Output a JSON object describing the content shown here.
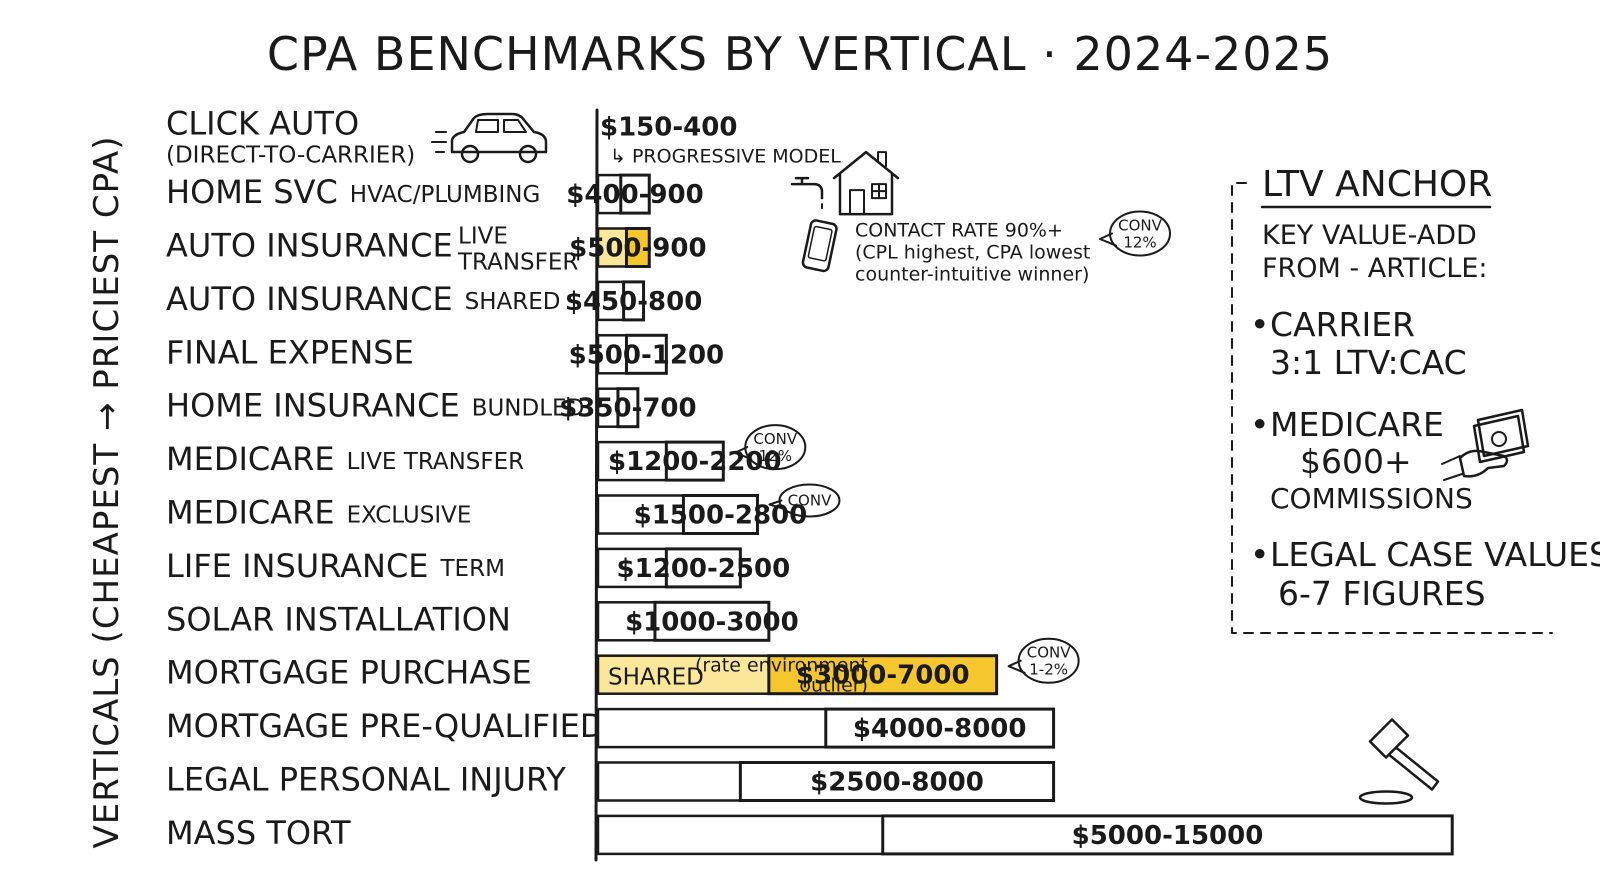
{
  "title": "CPA BENCHMARKS BY VERTICAL · 2024-2025",
  "chart_data": {
    "type": "bar",
    "orientation": "horizontal",
    "ylabel": "VERTICALS (CHEAPEST → PRICIEST CPA)",
    "xunit": "USD CPA",
    "xlim": [
      0,
      15400
    ],
    "highlight_color": "#f5c62e",
    "highlight_fade_color": "#fbe79a",
    "categories": [
      {
        "main": "CLICK AUTO",
        "sub": "(DIRECT-TO-CARRIER)",
        "sub_pos": "below",
        "low": 150,
        "high": 400,
        "label": "$150-400",
        "note": "↳ PROGRESSIVE MODEL",
        "icon": "car-icon"
      },
      {
        "main": "HOME SVC",
        "sub": "HVAC/PLUMBING",
        "sub_pos": "right",
        "low": 400,
        "high": 900,
        "label": "$400-900",
        "icon": "house-icon"
      },
      {
        "main": "AUTO INSURANCE",
        "sub": "LIVE TRANSFER",
        "sub_pos": "stack",
        "low": 500,
        "high": 900,
        "label": "$500-900",
        "highlight": true,
        "icon": "phone-icon"
      },
      {
        "main": "AUTO INSURANCE",
        "sub": "SHARED",
        "sub_pos": "right",
        "low": 450,
        "high": 800,
        "label": "$450-800"
      },
      {
        "main": "FINAL EXPENSE",
        "sub": "",
        "sub_pos": "right",
        "low": 500,
        "high": 1200,
        "label": "$500-1200"
      },
      {
        "main": "HOME INSURANCE",
        "sub": "BUNDLED",
        "sub_pos": "right",
        "low": 350,
        "high": 700,
        "label": "$350-700"
      },
      {
        "main": "MEDICARE",
        "sub": "LIVE TRANSFER",
        "sub_pos": "right",
        "low": 1200,
        "high": 2200,
        "label": "$1200-2200",
        "bubble": [
          "CONV",
          "12%"
        ]
      },
      {
        "main": "MEDICARE",
        "sub": "EXCLUSIVE",
        "sub_pos": "right",
        "low": 1500,
        "high": 2800,
        "label": "$1500-2800",
        "bubble": [
          "CONV"
        ]
      },
      {
        "main": "LIFE INSURANCE",
        "sub": "TERM",
        "sub_pos": "right",
        "low": 1200,
        "high": 2500,
        "label": "$1200-2500"
      },
      {
        "main": "SOLAR INSTALLATION",
        "sub": "",
        "sub_pos": "right",
        "low": 1000,
        "high": 3000,
        "label": "$1000-3000"
      },
      {
        "main": "MORTGAGE PURCHASE",
        "sub": "",
        "sub_pos": "right",
        "low": 3000,
        "high": 7000,
        "label": "$3000-7000",
        "highlight": true,
        "bubble": [
          "CONV",
          "1-2%"
        ],
        "inline_label": "SHARED",
        "inline_note": [
          "(rate environment",
          "outlier)"
        ]
      },
      {
        "main": "MORTGAGE PRE-QUALIFIED",
        "sub": "",
        "sub_pos": "right",
        "low": 4000,
        "high": 8000,
        "label": "$4000-8000"
      },
      {
        "main": "LEGAL PERSONAL INJURY",
        "sub": "",
        "sub_pos": "right",
        "low": 2500,
        "high": 8000,
        "label": "$2500-8000",
        "icon": "gavel-icon"
      },
      {
        "main": "MASS TORT",
        "sub": "",
        "sub_pos": "right",
        "low": 5000,
        "high": 15000,
        "label": "$5000-15000"
      }
    ],
    "annotations": {
      "auto_live_transfer": [
        "CONTACT RATE 90%+",
        "(CPL highest, CPA lowest",
        "counter-intuitive winner)"
      ],
      "auto_live_transfer_bubble": [
        "CONV",
        "12%"
      ]
    }
  },
  "ltv_panel": {
    "heading": "LTV ANCHOR",
    "subheading": [
      "KEY VALUE-ADD",
      "FROM - ARTICLE:"
    ],
    "bullets": [
      {
        "lines": [
          "CARRIER",
          "3:1 LTV:CAC"
        ]
      },
      {
        "lines": [
          "MEDICARE",
          "$600+",
          "COMMISSIONS"
        ],
        "icon": "cash-hand-icon"
      },
      {
        "lines": [
          "LEGAL CASE VALUES",
          "6-7 FIGURES"
        ]
      }
    ]
  }
}
